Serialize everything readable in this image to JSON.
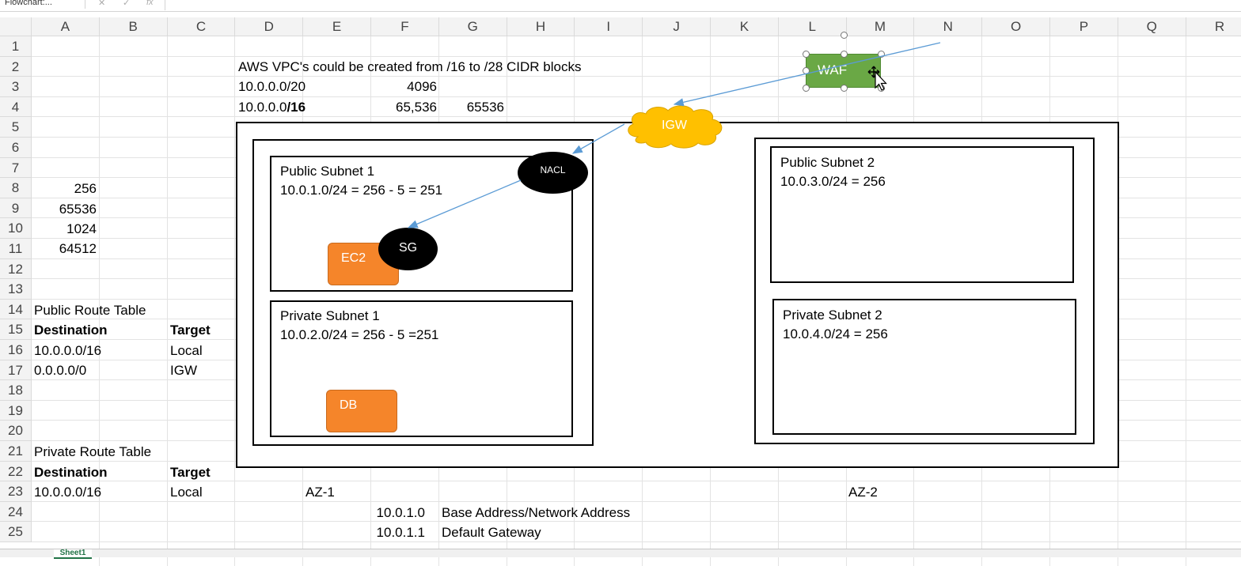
{
  "formula_bar": {
    "name_box": "Flowchart:...",
    "cancel_icon": "✕",
    "enter_icon": "✓",
    "fx_label": "fx"
  },
  "columns": [
    "A",
    "B",
    "C",
    "D",
    "E",
    "F",
    "G",
    "H",
    "I",
    "J",
    "K",
    "L",
    "M",
    "N",
    "O",
    "P",
    "Q",
    "R"
  ],
  "rows": [
    "1",
    "2",
    "3",
    "4",
    "5",
    "6",
    "7",
    "8",
    "9",
    "10",
    "11",
    "12",
    "13",
    "14",
    "15",
    "16",
    "17",
    "18",
    "19",
    "20",
    "21",
    "22",
    "23",
    "24",
    "25"
  ],
  "cells": {
    "d2": "AWS VPC's could be created from /16 to /28 CIDR blocks",
    "d3": "10.0.0.0/20",
    "f3": "4096",
    "d4_prefix": "10.0.0.0",
    "d4_suffix": "/16",
    "f4": "65,536",
    "g4": "65536",
    "a8": "256",
    "a9": "65536",
    "a10": "1024",
    "a11": "64512",
    "a14": "Public Route Table",
    "a15": "Destination",
    "c15": "Target",
    "a16": "10.0.0.0/16",
    "c16": "Local",
    "a17": "0.0.0.0/0",
    "c17": "IGW",
    "a21": "Private Route Table",
    "a22": "Destination",
    "c22": "Target",
    "a23": "10.0.0.0/16",
    "c23": "Local",
    "e23": "AZ-1",
    "m23": "AZ-2",
    "f24": "10.0.1.0",
    "g24": "Base Address/Network Address",
    "f25": "10.0.1.1",
    "g25": "Default Gateway"
  },
  "diagram": {
    "public_subnet_1": {
      "title": "Public Subnet 1",
      "cidr": "10.0.1.0/24 = 256 - 5 = 251"
    },
    "private_subnet_1": {
      "title": "Private Subnet 1",
      "cidr": "10.0.2.0/24 = 256 - 5 =251"
    },
    "public_subnet_2": {
      "title": "Public Subnet 2",
      "cidr": "10.0.3.0/24 = 256"
    },
    "private_subnet_2": {
      "title": "Private Subnet 2",
      "cidr": "10.0.4.0/24 = 256"
    },
    "ec2": "EC2",
    "db": "DB",
    "sg": "SG",
    "nacl": "NACL",
    "igw": "IGW",
    "waf": "WAF"
  },
  "colors": {
    "orange": "#f5852a",
    "green": "#6aa845",
    "igw_yellow": "#ffc000",
    "arrow_blue": "#5b9bd5",
    "sheet_tab": "#217346"
  },
  "sheet_tabs": [
    "Sheet1"
  ]
}
